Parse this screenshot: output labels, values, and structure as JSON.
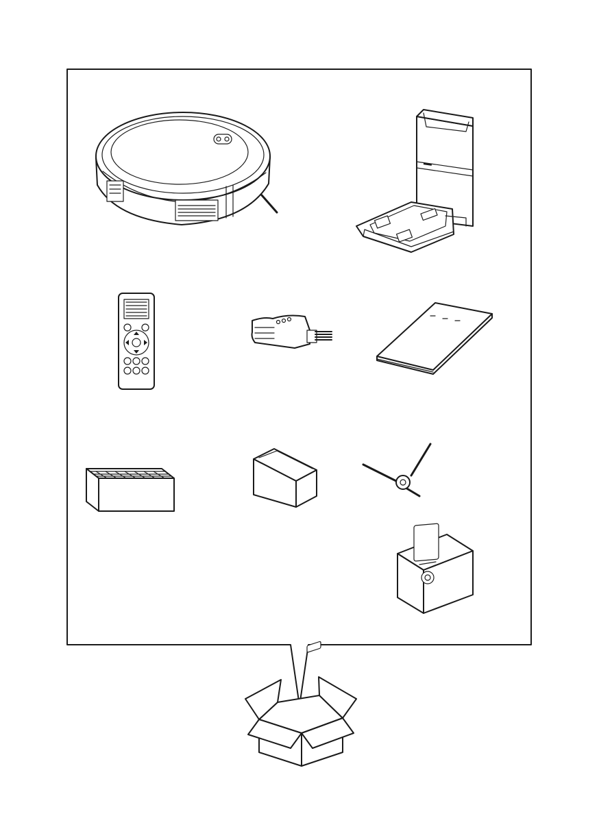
{
  "figure": {
    "type": "package-contents-illustration",
    "items": [
      {
        "id": "robot-vacuum",
        "icon": "robot-vacuum-icon"
      },
      {
        "id": "self-empty-station",
        "icon": "charging-station-icon"
      },
      {
        "id": "remote-control",
        "icon": "remote-control-icon"
      },
      {
        "id": "cleaning-brush",
        "icon": "cleaning-tool-icon"
      },
      {
        "id": "user-manual",
        "icon": "manual-icon"
      },
      {
        "id": "hepa-filter",
        "icon": "filter-icon"
      },
      {
        "id": "battery",
        "icon": "battery-icon"
      },
      {
        "id": "side-brush",
        "icon": "side-brush-icon"
      },
      {
        "id": "dust-bag",
        "icon": "dust-bag-icon"
      },
      {
        "id": "shipping-box",
        "icon": "open-box-icon"
      }
    ]
  }
}
